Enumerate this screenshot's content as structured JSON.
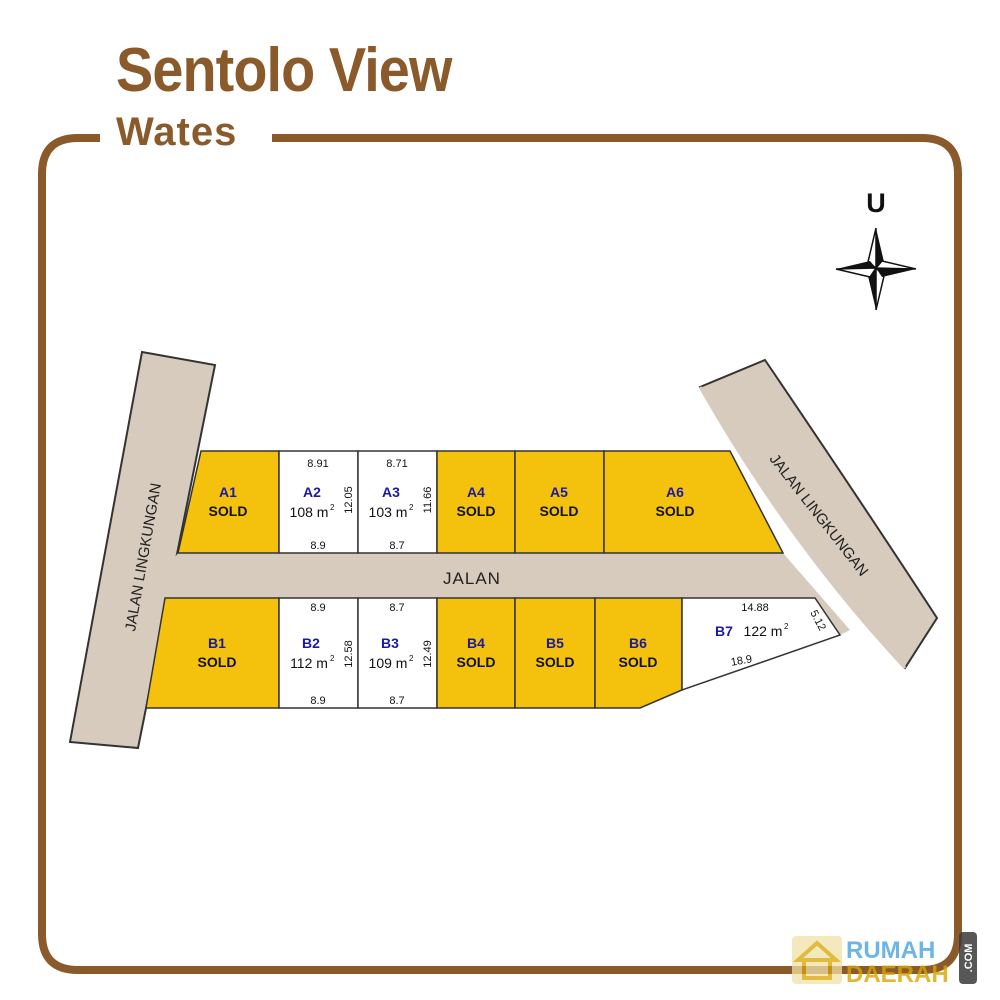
{
  "header": {
    "title": "Sentolo View",
    "subtitle": "Wates"
  },
  "compass": {
    "label": "U"
  },
  "roads": {
    "main": "JALAN",
    "left": "JALAN LINGKUNGAN",
    "right": "JALAN LINGKUNGAN"
  },
  "plots": {
    "A1": {
      "id": "A1",
      "status": "SOLD"
    },
    "A2": {
      "id": "A2",
      "area": "108 m",
      "sup": "2",
      "top": "8.91",
      "bottom": "8.9",
      "side": "12.05"
    },
    "A3": {
      "id": "A3",
      "area": "103 m",
      "sup": "2",
      "top": "8.71",
      "bottom": "8.7",
      "side": "11.66"
    },
    "A4": {
      "id": "A4",
      "status": "SOLD"
    },
    "A5": {
      "id": "A5",
      "status": "SOLD"
    },
    "A6": {
      "id": "A6",
      "status": "SOLD"
    },
    "B1": {
      "id": "B1",
      "status": "SOLD"
    },
    "B2": {
      "id": "B2",
      "area": "112 m",
      "sup": "2",
      "top": "8.9",
      "bottom": "8.9",
      "side": "12.58"
    },
    "B3": {
      "id": "B3",
      "area": "109 m",
      "sup": "2",
      "top": "8.7",
      "bottom": "8.7",
      "side": "12.49"
    },
    "B4": {
      "id": "B4",
      "status": "SOLD"
    },
    "B5": {
      "id": "B5",
      "status": "SOLD"
    },
    "B6": {
      "id": "B6",
      "status": "SOLD"
    },
    "B7": {
      "id": "B7",
      "area": "122 m",
      "sup": "2",
      "top": "14.88",
      "bottom": "18.9",
      "side": "5.12"
    }
  },
  "watermark": {
    "line1": "RUMAH",
    "line2": "DAERAH",
    "suffix": ".COM"
  },
  "colors": {
    "brand": "#8b5a2b",
    "sold": "#f4c20d",
    "road": "#d7cbbd",
    "label_blue": "#1a1aa0",
    "watermark_blue": "#4aa3df",
    "watermark_gold": "#d9a400"
  }
}
